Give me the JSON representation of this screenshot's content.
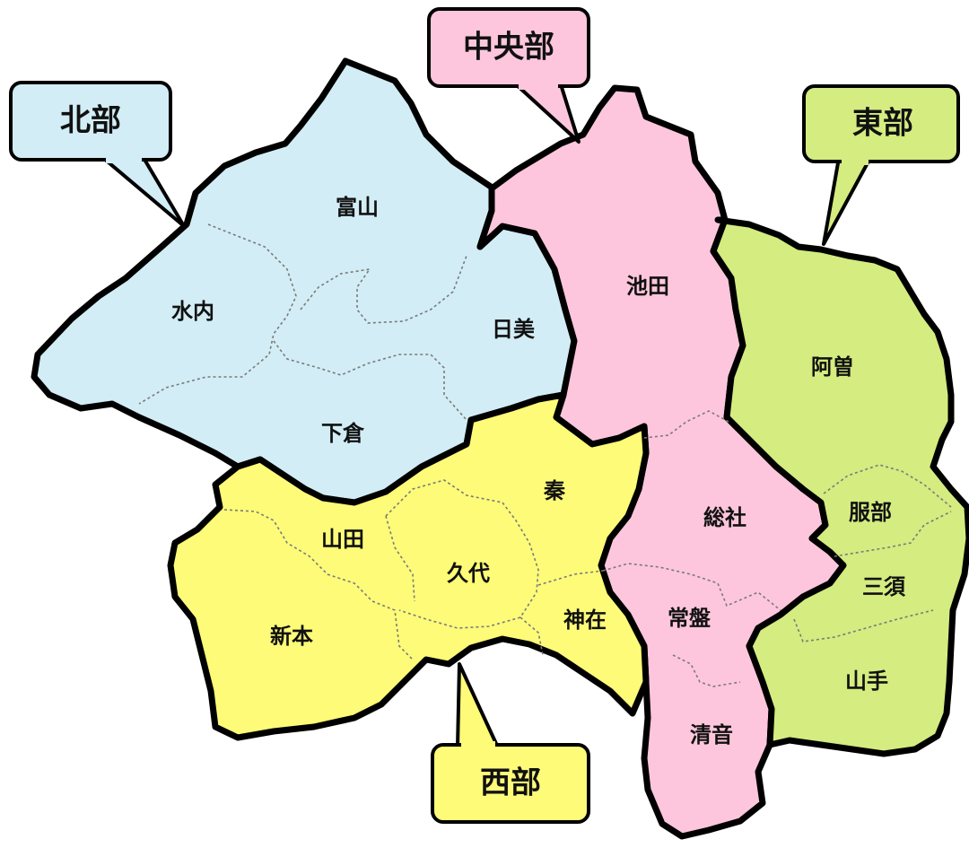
{
  "colors": {
    "north": "#d2edf5",
    "central": "#fdc6dc",
    "east": "#d4ec80",
    "west": "#fdfb78",
    "outline": "#000000"
  },
  "regions": {
    "north": {
      "title": "北部",
      "districts": [
        "富山",
        "水内",
        "日美",
        "下倉"
      ]
    },
    "central": {
      "title": "中央部",
      "districts": [
        "池田",
        "総社",
        "常盤",
        "清音"
      ]
    },
    "east": {
      "title": "東部",
      "districts": [
        "阿曽",
        "服部",
        "三須",
        "山手"
      ]
    },
    "west": {
      "title": "西部",
      "districts": [
        "秦",
        "山田",
        "久代",
        "新本",
        "神在"
      ]
    }
  }
}
